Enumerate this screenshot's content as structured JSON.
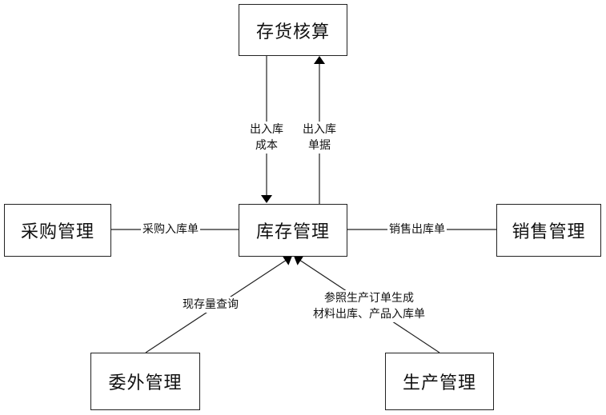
{
  "nodes": {
    "inventory_accounting": "存货核算",
    "inventory_management": "库存管理",
    "purchase_management": "采购管理",
    "sales_management": "销售管理",
    "outsourcing_management": "委外管理",
    "production_management": "生产管理"
  },
  "edges": {
    "cost_line1": "出入库",
    "cost_line2": "成本",
    "docs_line1": "出入库",
    "docs_line2": "单据",
    "purchase": "采购入库单",
    "sales": "销售出库单",
    "stock_query": "现存量查询",
    "production_line1": "参照生产订单生成",
    "production_line2": "材料出库、产品入库单"
  }
}
